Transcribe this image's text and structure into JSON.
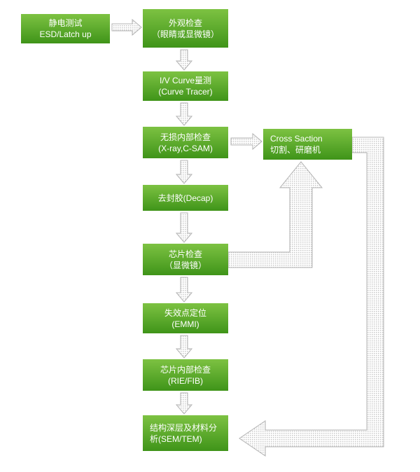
{
  "flowchart": {
    "boxes": {
      "esd": {
        "line1": "静电测试",
        "line2": "ESD/Latch up"
      },
      "visual": {
        "line1": "外观检查",
        "line2": "（眼睛或显微镜）"
      },
      "iv": {
        "line1": "I/V Curve量测",
        "line2": "(Curve Tracer)"
      },
      "ndt": {
        "line1": "无损内部检查",
        "line2": "(X-ray,C-SAM)"
      },
      "cross": {
        "line1": "Cross Saction",
        "line2": "切割、研磨机"
      },
      "decap": {
        "line1": "去封胶(Decap)"
      },
      "chip": {
        "line1": "芯片检查",
        "line2": "（显微镜）"
      },
      "emmi": {
        "line1": "失效点定位",
        "line2": "(EMMI)"
      },
      "rie": {
        "line1": "芯片内部检查",
        "line2": "(RIE/FIB)"
      },
      "sem": {
        "line1": "结构深层及材料分",
        "line2": "析(SEM/TEM)"
      }
    },
    "colors": {
      "box_gradient_top": "#7dc242",
      "box_gradient_bottom": "#3f9419",
      "box_text": "#ffffff",
      "arrow_outline": "#b3b3b3",
      "arrow_dot": "#c9c9c9",
      "background": "#ffffff"
    }
  }
}
